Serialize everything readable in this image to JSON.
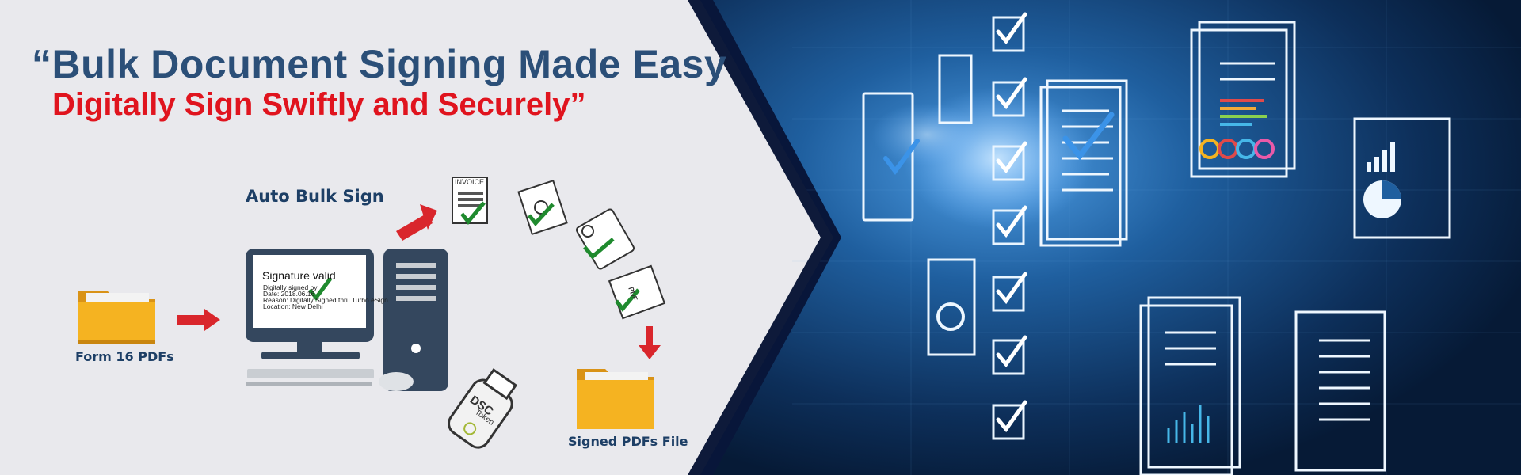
{
  "banner": {
    "headline": "“Bulk Document Signing Made Easy",
    "subheadline": "Digitally Sign Swiftly and Securely”"
  },
  "workflow": {
    "auto_label": "Auto Bulk Sign",
    "source_label": "Form 16 PDFs",
    "output_label": "Signed PDFs File",
    "token_text": "DSC",
    "token_subtext": "Token",
    "invoice_text": "INVOICE",
    "pdf_text": "PDF"
  },
  "signature_panel": {
    "title": "Signature valid",
    "lines": [
      "Digitally signed by",
      "Date: 2018.06.16",
      "Reason: Digitally Signed thru Turbo eSign",
      "Location: New Delhi"
    ]
  },
  "colors": {
    "title_blue": "#2b4f78",
    "title_red": "#e0141e",
    "arrow_red": "#d9262c",
    "folder_yellow": "#f5b321",
    "check_green": "#1f8a2e",
    "panel_navy": "#0e1a3a",
    "computer_slate": "#34475e"
  }
}
